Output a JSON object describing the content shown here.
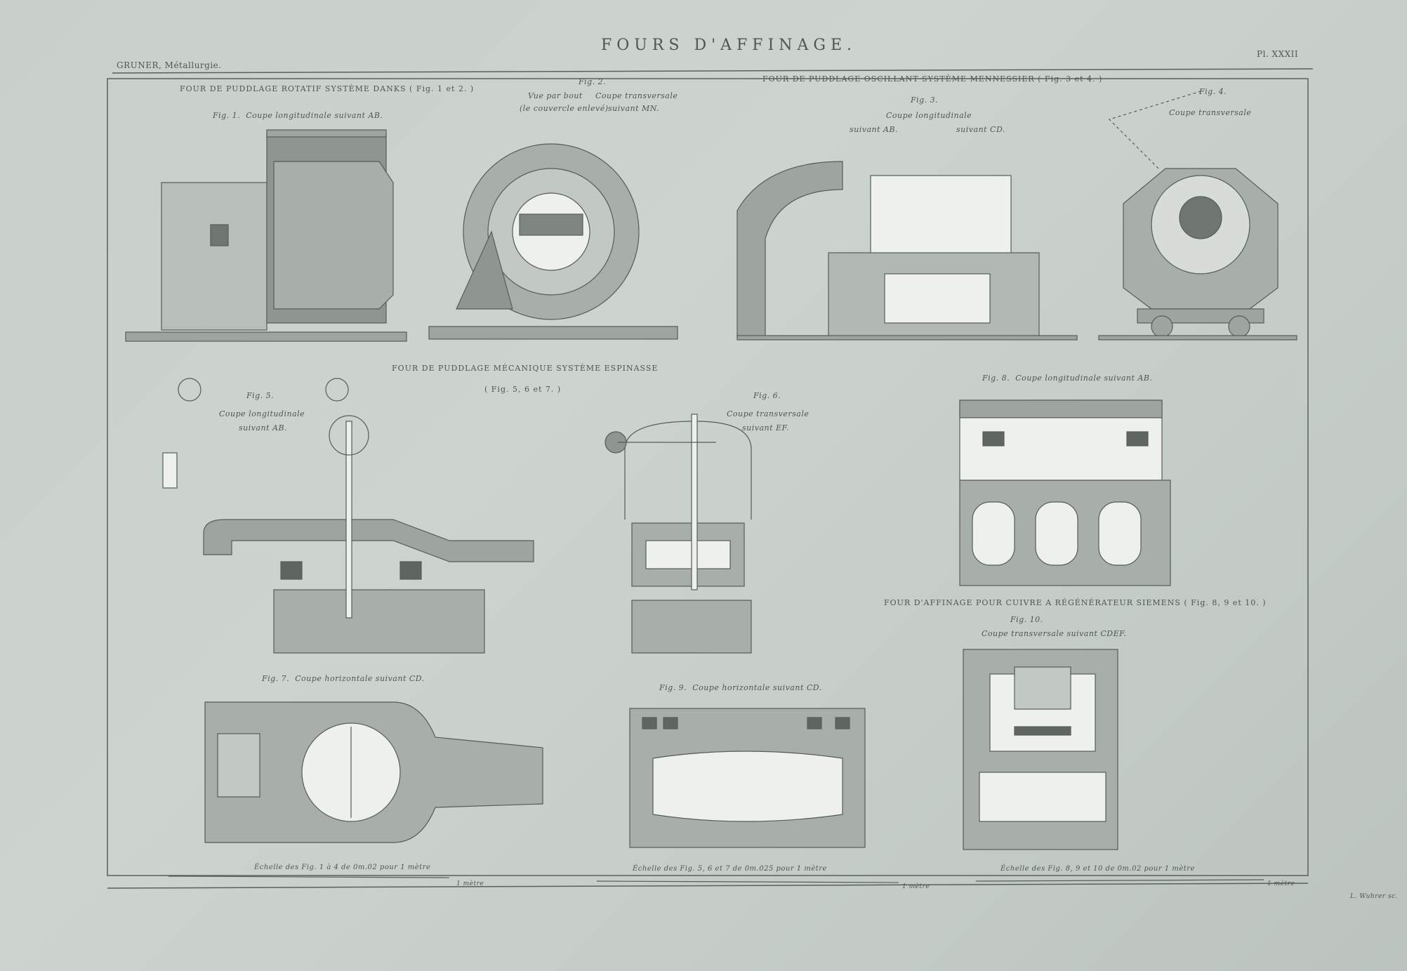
{
  "header": {
    "title": "FOURS  D'AFFINAGE.",
    "author": "GRUNER, Métallurgie.",
    "plate_number": "Pl. XXXII"
  },
  "sections": [
    {
      "heading": "FOUR DE PUDDLAGE ROTATIF SYSTÈME DANKS",
      "figs": "( Fig. 1 et 2. )"
    },
    {
      "heading": "FOUR DE PUDDLAGE OSCILLANT SYSTÈME MENNESSIER",
      "figs": "( Fig. 3 et 4. )"
    },
    {
      "heading": "FOUR DE PUDDLAGE MÉCANIQUE SYSTÈME ESPINASSE",
      "figs": "( Fig. 5, 6 et 7. )"
    },
    {
      "heading": "FOUR D'AFFINAGE POUR CUIVRE A RÉGÉNÉRATEUR SIEMENS",
      "figs": "( Fig. 8, 9 et 10. )"
    }
  ],
  "figures": {
    "fig1": {
      "label": "Fig. 1.",
      "caption": "Coupe longitudinale suivant AB."
    },
    "fig2": {
      "label": "Fig. 2.",
      "caption_left": "Vue par bout",
      "caption_left2": "(le couvercle enlevé)",
      "caption_right": "Coupe transversale",
      "caption_right2": "suivant MN."
    },
    "fig3": {
      "label": "Fig. 3.",
      "caption": "Coupe longitudinale",
      "caption_left": "suivant AB.",
      "caption_right": "suivant CD."
    },
    "fig4": {
      "label": "Fig. 4.",
      "caption": "Coupe transversale"
    },
    "fig5": {
      "label": "Fig. 5.",
      "caption": "Coupe longitudinale",
      "caption2": "suivant AB."
    },
    "fig6": {
      "label": "Fig. 6.",
      "caption": "Coupe transversale",
      "caption2": "suivant EF."
    },
    "fig7": {
      "label": "Fig. 7.",
      "caption": "Coupe horizontale suivant CD."
    },
    "fig8": {
      "label": "Fig. 8.",
      "caption": "Coupe longitudinale suivant AB."
    },
    "fig9": {
      "label": "Fig. 9.",
      "caption": "Coupe horizontale suivant CD."
    },
    "fig10": {
      "label": "Fig. 10.",
      "caption": "Coupe transversale suivant CDEF."
    }
  },
  "scales": [
    {
      "text": "Échelle des Fig. 1 à 4 de 0m.02 pour 1 mètre",
      "unit": "1 mètre"
    },
    {
      "text": "Échelle des Fig. 5, 6 et 7 de 0m.025 pour 1 mètre",
      "unit": "1 mètre"
    },
    {
      "text": "Échelle des Fig. 8, 9 et 10 de 0m.02 pour 1 mètre",
      "unit": "1 mètre"
    }
  ],
  "engraver": "L. Wuhrer sc.",
  "colors": {
    "paper": "#c9d0ca",
    "ink": "#4f5651",
    "fill": "#9ea59f"
  }
}
